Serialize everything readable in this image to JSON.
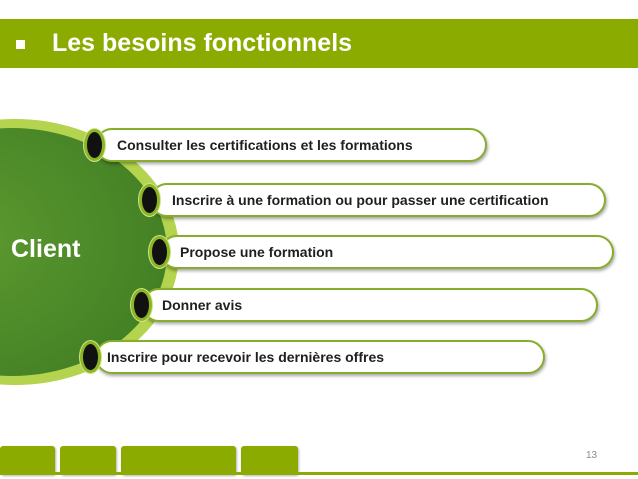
{
  "slide": {
    "title": "Les besoins fonctionnels",
    "page_number": "13"
  },
  "diagram": {
    "center_label": "Client",
    "items": [
      {
        "label": "Consulter les certifications et les formations"
      },
      {
        "label": "Inscrire à une formation ou pour passer une certification"
      },
      {
        "label": "Propose une formation"
      },
      {
        "label": "Donner avis"
      },
      {
        "label": "Inscrire pour recevoir les dernières offres"
      }
    ]
  },
  "colors": {
    "accent": "#8bab00",
    "circle_dark": "#4e8c2b",
    "circle_light": "#a7c73a",
    "bubble_border": "#87ae2a"
  }
}
